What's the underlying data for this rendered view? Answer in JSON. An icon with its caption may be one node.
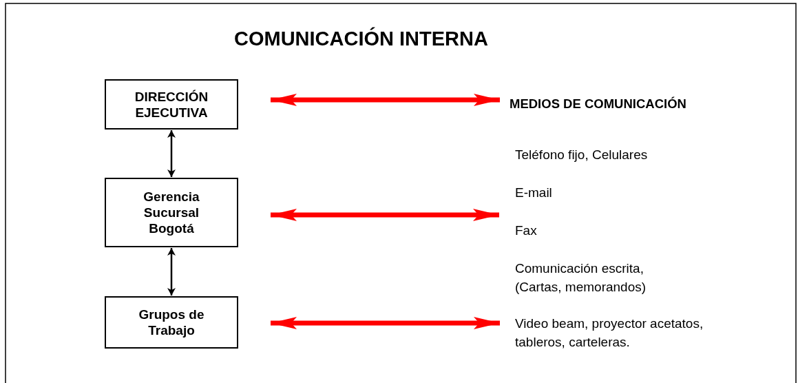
{
  "diagram": {
    "title": "COMUNICACIÓN INTERNA",
    "nodes": [
      {
        "text": [
          "DIRECCIÓN EJECUTIVA"
        ]
      },
      {
        "text": [
          "Gerencia Sucursal Bogotá"
        ]
      },
      {
        "text": [
          "Grupos de Trabajo"
        ]
      },
      {
        "text": [
          "MEDIOS DE COMUNICACIÓN"
        ]
      },
      {
        "text": [
          "Video beam, proyector acetatos, tableros, carteleras."
        ]
      }
    ],
    "edges": [
      {
        "from": 0,
        "to": 1,
        "arrow": "both",
        "color": "#000000"
      },
      {
        "from": 1,
        "to": 2,
        "arrow": "both",
        "color": "#000000"
      },
      {
        "from": 0,
        "to": 3,
        "arrow": "both"
      },
      {
        "from": 1,
        "to": null,
        "arrow": "both"
      },
      {
        "from": 2,
        "to": 4,
        "arrow": "both"
      }
    ],
    "labels": [
      "Teléfono fijo, Celulares",
      "E-mail",
      "Fax",
      "Comunicación escrita, (Cartas, memorandos)"
    ]
  }
}
